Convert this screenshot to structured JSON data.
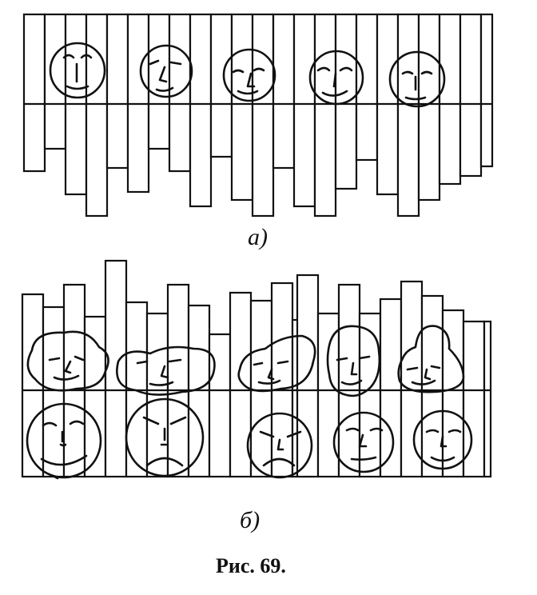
{
  "panels": [
    {
      "label": "а)"
    },
    {
      "label": "б)"
    }
  ],
  "caption": "Рис. 69."
}
